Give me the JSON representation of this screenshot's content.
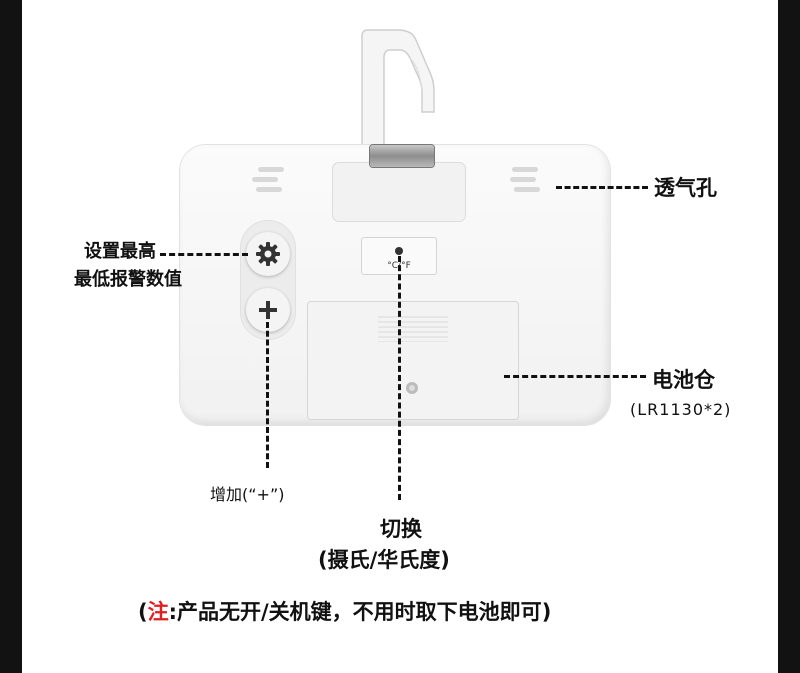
{
  "labels": {
    "vent": "透气孔",
    "settings_line1": "设置最高",
    "settings_line2": "最低报警数值",
    "battery": "电池仓",
    "battery_model": "(LR1130*2)",
    "add_button": "增加(“+”)",
    "switch_title": "切换",
    "switch_sub": "(摄氏/华氏度)"
  },
  "device": {
    "switch_text": "°C/°F"
  },
  "note": {
    "open_paren": "(",
    "prefix": "注",
    "body": ":产品无开/关机键，不用时取下电池即可",
    "close_paren": ")",
    "prefix_color": "#e02020"
  },
  "icons": [
    "gear-icon",
    "plus-icon",
    "hook-icon"
  ]
}
